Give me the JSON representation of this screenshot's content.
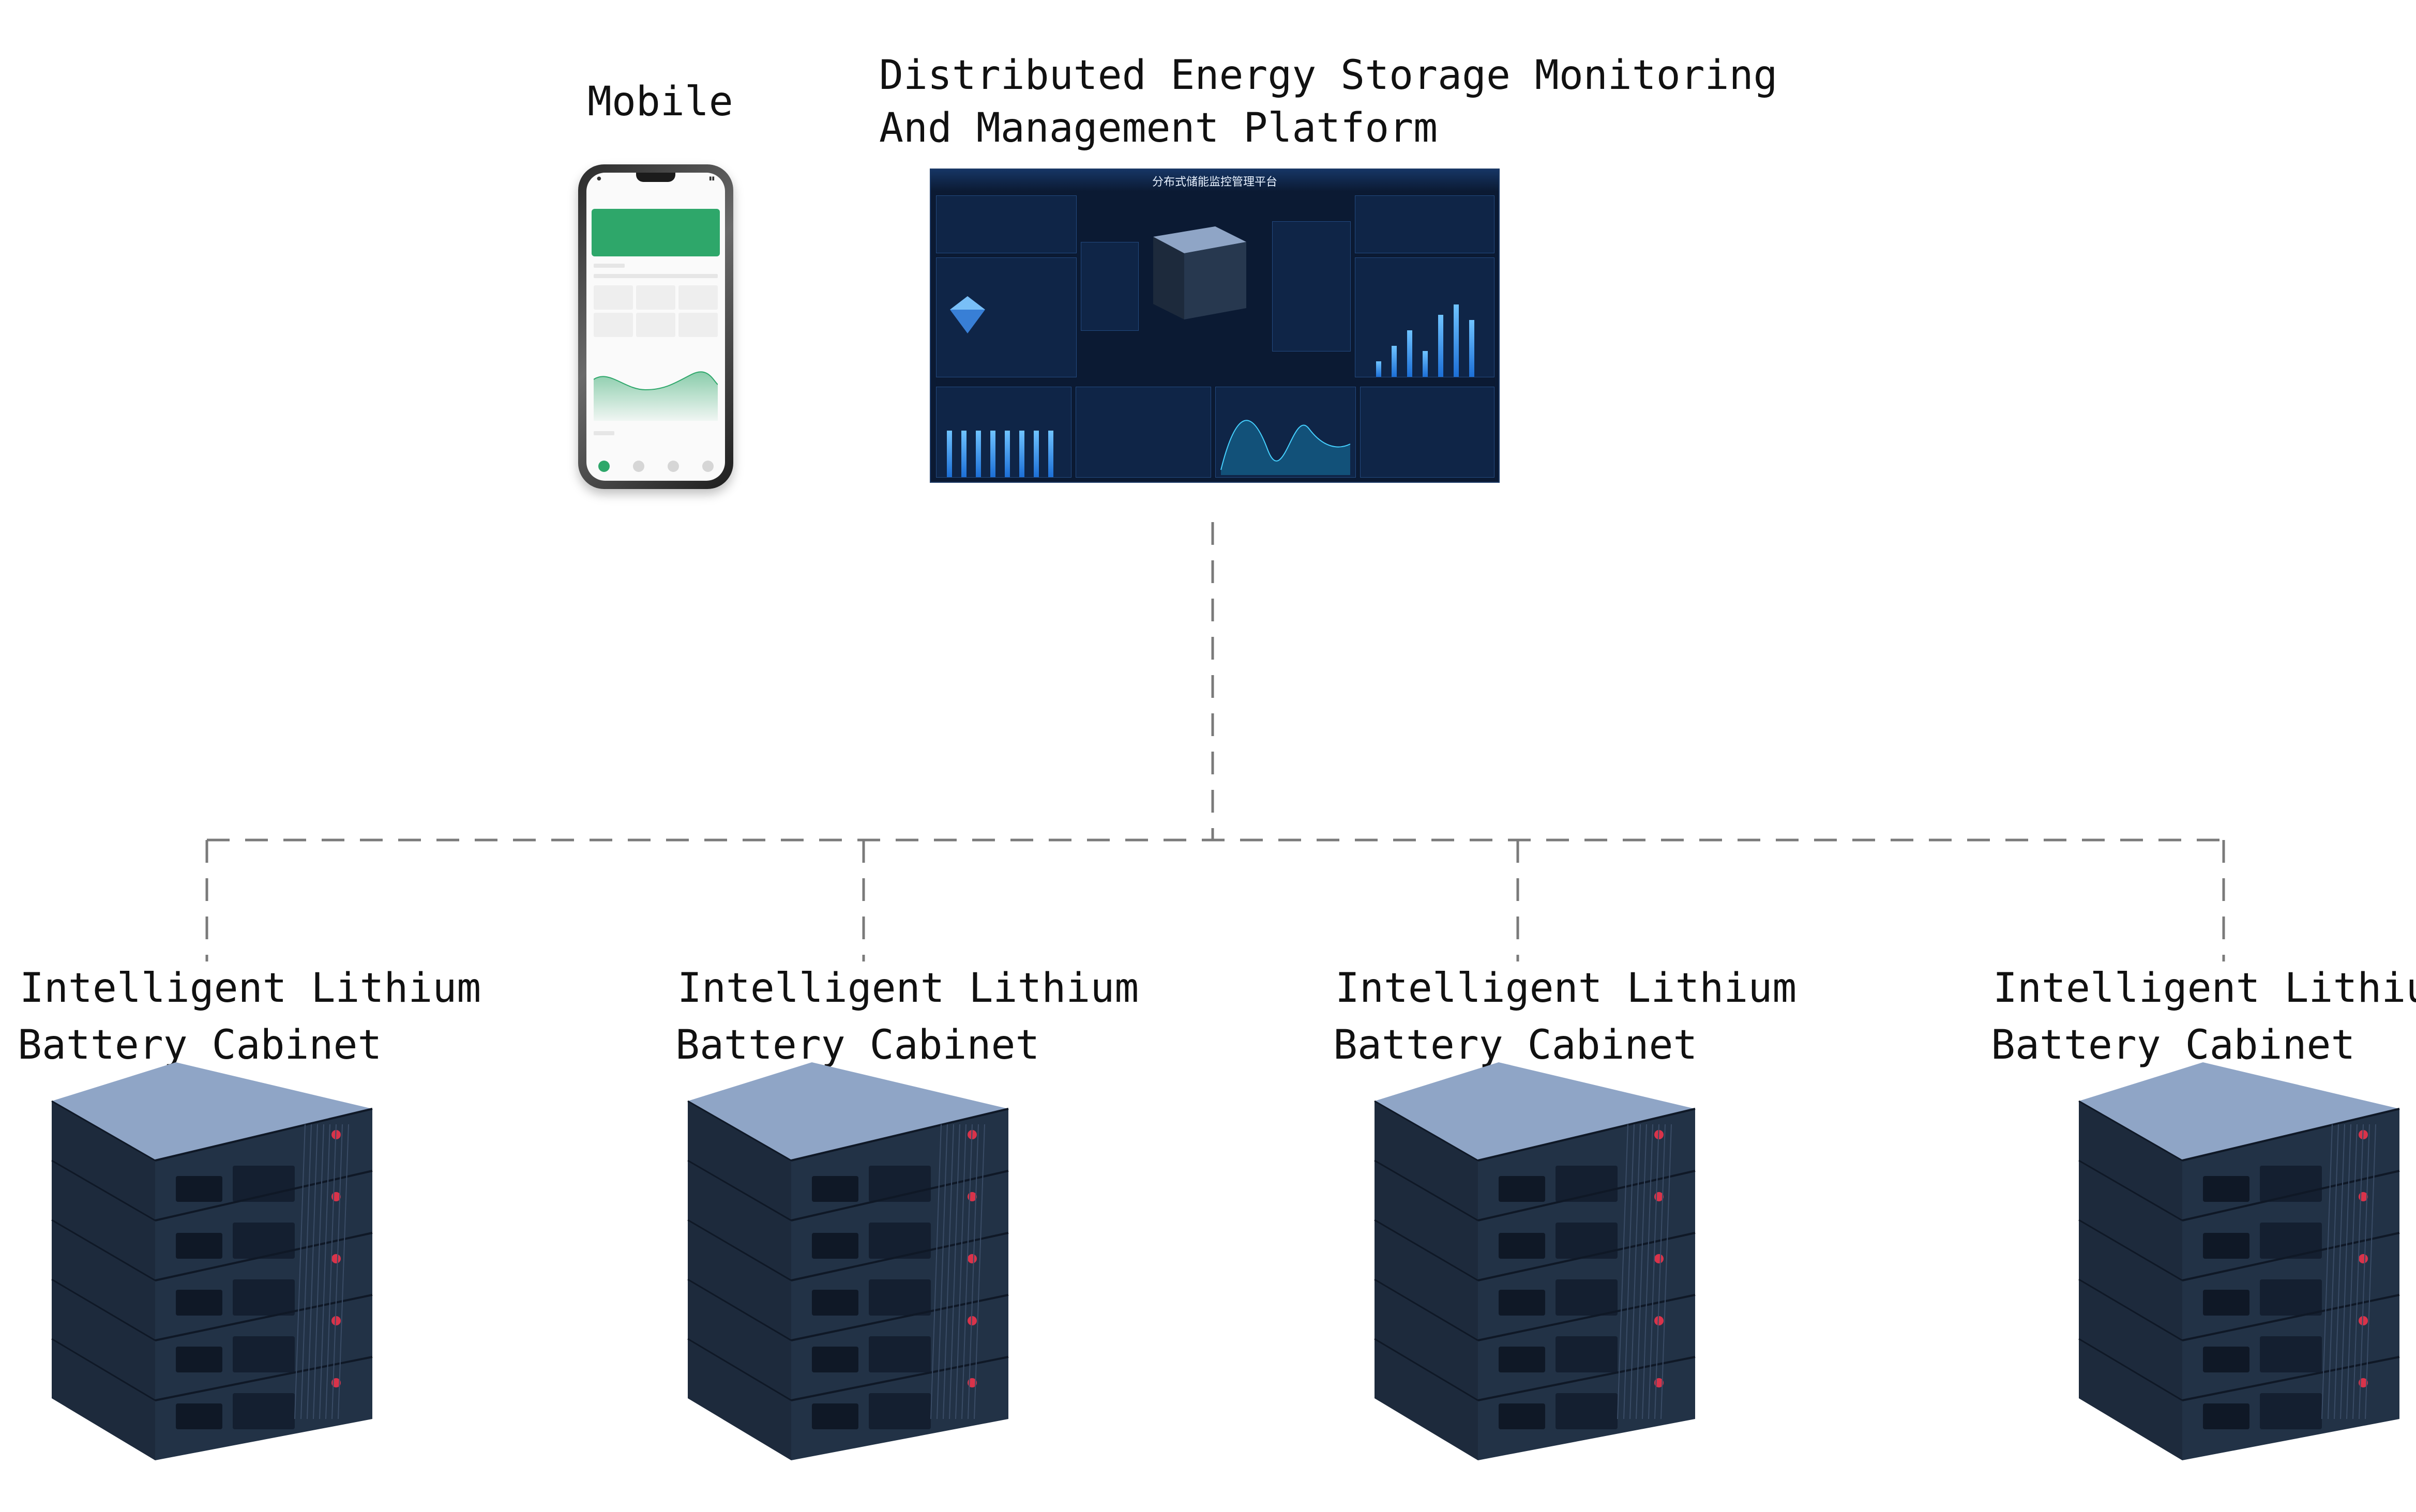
{
  "mobile": {
    "label": "Mobile"
  },
  "platform": {
    "label_line1": "Distributed Energy Storage Monitoring",
    "label_line2": "And Management Platform",
    "screen_title": "分布式储能监控管理平台"
  },
  "cabinets": [
    {
      "line1": "Intelligent Lithium",
      "line2": "Battery Cabinet"
    },
    {
      "line1": "Intelligent Lithium",
      "line2": "Battery Cabinet"
    },
    {
      "line1": "Intelligent Lithium",
      "line2": "Battery Cabinet"
    },
    {
      "line1": "Intelligent Lithium",
      "line2": "Battery Cabinet"
    }
  ],
  "colors": {
    "connector": "#7a7a7a",
    "cabinet_body": "#1d2a3c",
    "cabinet_top": "#8fa5c6",
    "dashboard_bg": "#0b1a33",
    "mobile_accent": "#2ea76a"
  },
  "icons": {
    "mobile": "smartphone-icon",
    "platform": "dashboard-screen-icon",
    "cabinet": "battery-cabinet-icon"
  }
}
